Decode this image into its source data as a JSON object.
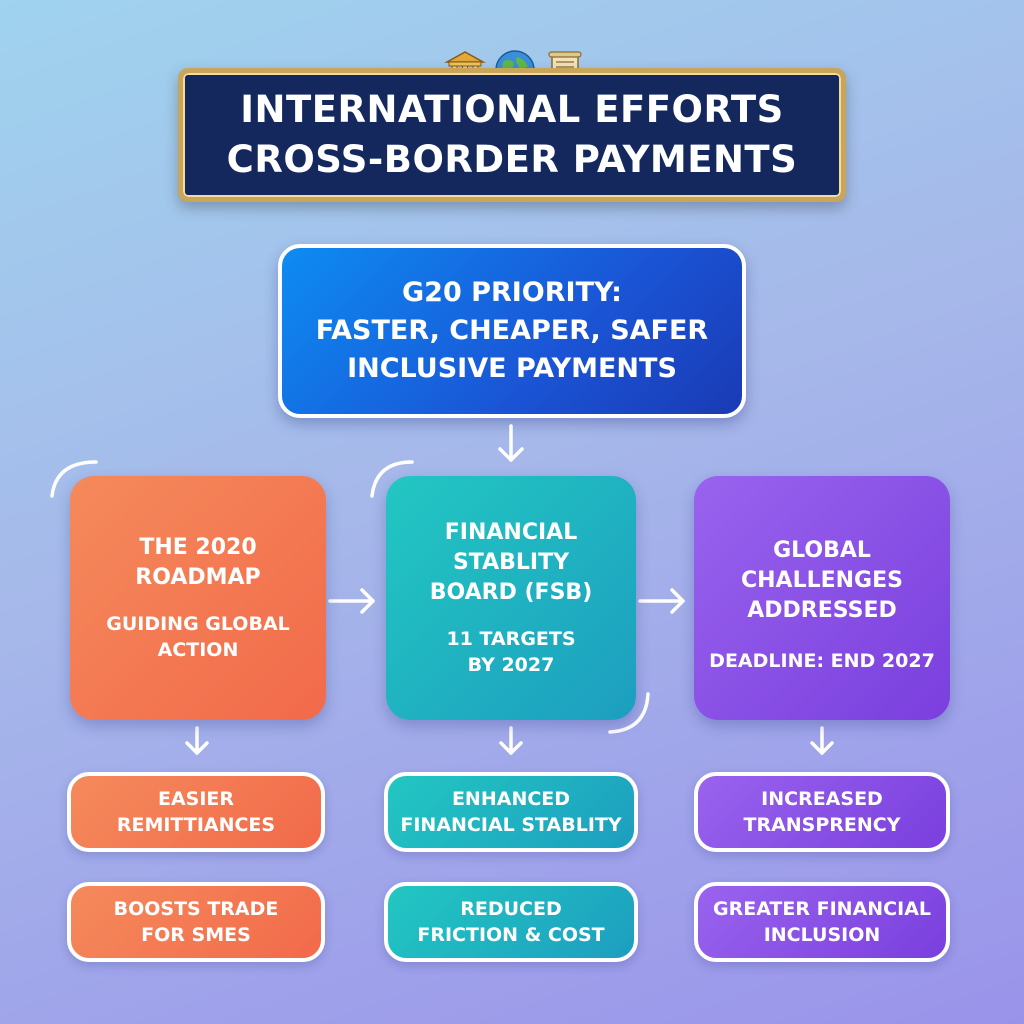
{
  "header": {
    "icons": [
      "bank-building-icon",
      "globe-icon",
      "scroll-icon"
    ],
    "title_line1": "INTERNATIONAL EFFORTS",
    "title_line2": "CROSS-BORDER PAYMENTS"
  },
  "priority": {
    "line1": "G20 PRIORITY:",
    "line2": "FASTER, CHEAPER, SAFER",
    "line3": "INCLUSIVE PAYMENTS"
  },
  "cards": {
    "roadmap": {
      "title_line1": "THE 2020",
      "title_line2": "ROADMAP",
      "sub_line1": "GUIDING GLOBAL",
      "sub_line2": "ACTION"
    },
    "fsb": {
      "title_line1": "FINANCIAL",
      "title_line2": "STABLITY",
      "title_line3": "BOARD (FSB)",
      "sub_line1": "11 TARGETS",
      "sub_line2": "BY 2027"
    },
    "global": {
      "title_line1": "GLOBAL CHALLENGES",
      "title_line2": "ADDRESSED",
      "sub_line1": "DEADLINE: END 2027"
    }
  },
  "outcomes": {
    "roadmap": [
      {
        "line1": "EASIER",
        "line2": "REMITTIANCES"
      },
      {
        "line1": "BOOSTS TRADE",
        "line2": "FOR SMES"
      }
    ],
    "fsb": [
      {
        "line1": "ENHANCED",
        "line2": "FINANCIAL STABLITY"
      },
      {
        "line1": "REDUCED",
        "line2": "FRICTION & COST"
      }
    ],
    "global": [
      {
        "line1": "INCREASED",
        "line2": "TRANSPRENCY"
      },
      {
        "line1": "GREATER FINANCIAL",
        "line2": "INCLUSION"
      }
    ]
  },
  "colors": {
    "banner": "#14285e",
    "banner_border": "#c9a55a",
    "priority": "#1a55d6",
    "orange": "#f26a4a",
    "teal": "#1d9ec0",
    "purple": "#7a3fde"
  }
}
